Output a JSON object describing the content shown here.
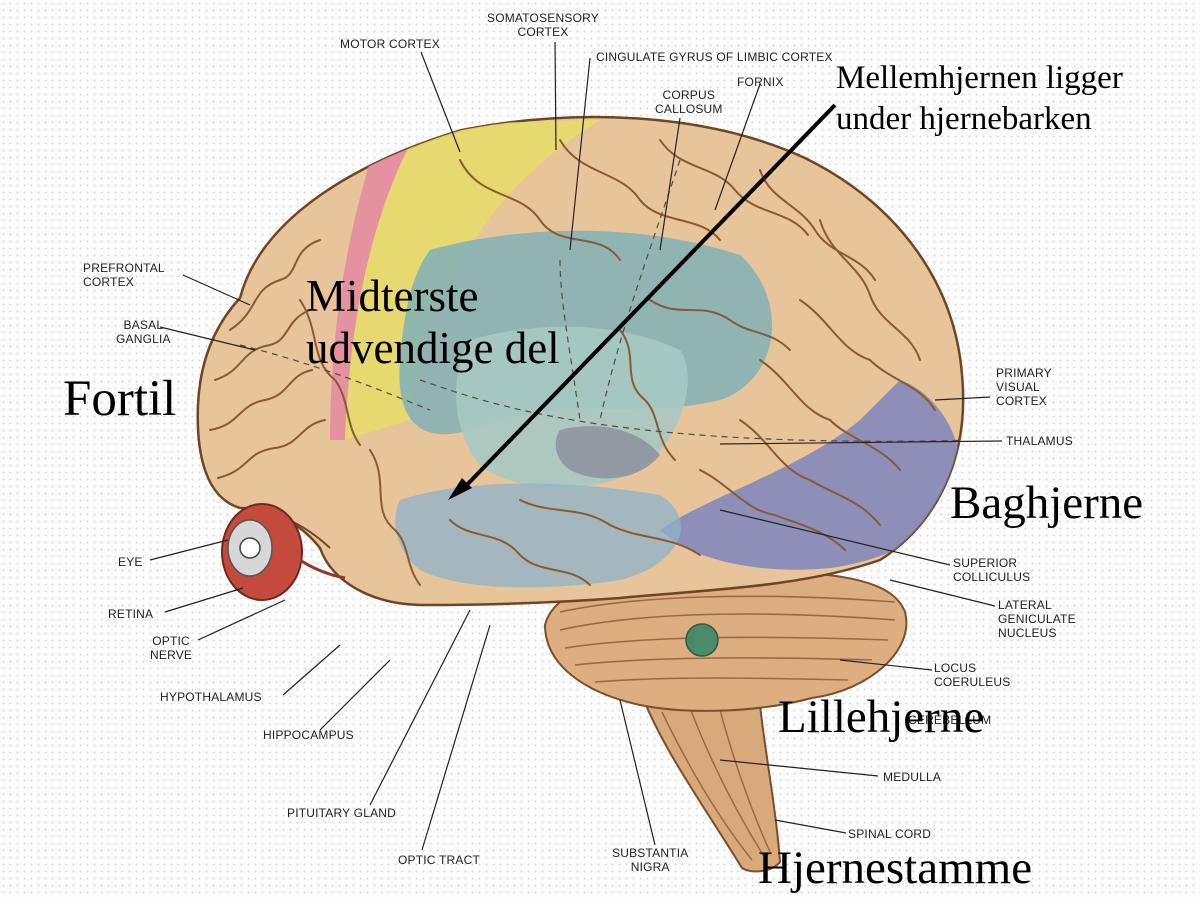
{
  "anatomy_labels": {
    "motor_cortex": "MOTOR CORTEX",
    "somatosensory_cortex": "SOMATOSENSORY\nCORTEX",
    "cingulate_gyrus": "CINGULATE GYRUS OF LIMBIC CORTEX",
    "corpus_callosum": "CORPUS\nCALLOSUM",
    "fornix": "FORNIX",
    "prefrontal_cortex": "PREFRONTAL\nCORTEX",
    "basal_ganglia": "BASAL\nGANGLIA",
    "primary_visual_cortex": "PRIMARY\nVISUAL\nCORTEX",
    "thalamus": "THALAMUS",
    "eye": "EYE",
    "retina": "RETINA",
    "optic_nerve": "OPTIC\nNERVE",
    "superior_colliculus": "SUPERIOR\nCOLLICULUS",
    "lateral_geniculate_nucleus": "LATERAL\nGENICULATE\nNUCLEUS",
    "locus_coeruleus": "LOCUS\nCOERULEUS",
    "hypothalamus": "HYPOTHALAMUS",
    "hippocampus": "HIPPOCAMPUS",
    "cerebellum": "CEREBELLUM",
    "medulla": "MEDULLA",
    "pituitary_gland": "PITUITARY GLAND",
    "spinal_cord": "SPINAL CORD",
    "optic_tract": "OPTIC TRACT",
    "substantia_nigra": "SUBSTANTIA\nNIGRA"
  },
  "overlay_labels": {
    "mellemhjernen": "Mellemhjernen ligger\nunder hjernebarken",
    "midterste": "Midterste\nudvendige del",
    "fortil": "Fortil",
    "baghjerne": "Baghjerne",
    "lillehjerne": "Lillehjerne",
    "hjernestamme": "Hjernestamme"
  },
  "colors": {
    "cortex_tan": "#e7c49a",
    "motor_pink": "#e58fa0",
    "somatosensory_yellow": "#e4dc6c",
    "limbic_teal": "#86b3b5",
    "visual_blue": "#7d86bd",
    "eye_red": "#c44a3e"
  }
}
